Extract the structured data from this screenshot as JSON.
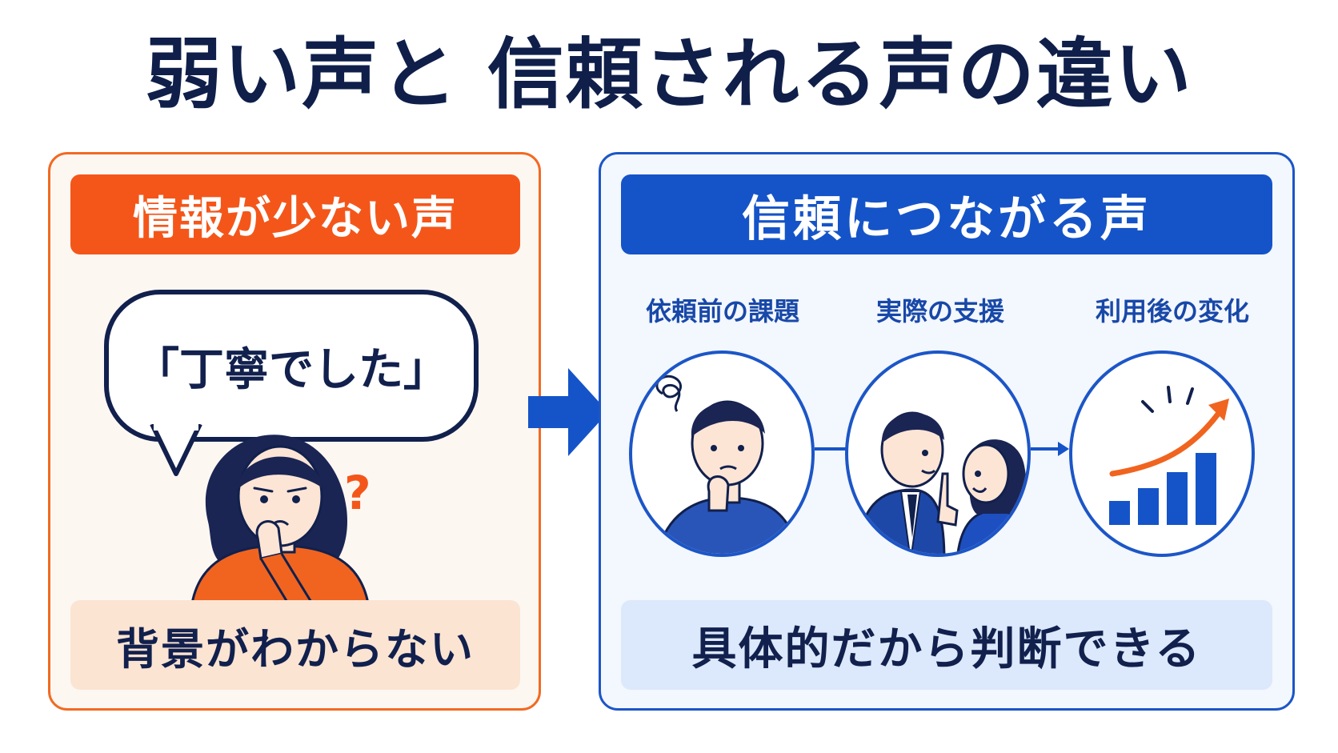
{
  "title": "弱い声と 信頼される声の違い",
  "left_panel": {
    "header": "情報が少ない声",
    "bubble_text": "「丁寧でした」",
    "question_mark": "?",
    "footer": "背景がわからない",
    "accent": "#f4561a"
  },
  "right_panel": {
    "header": "信頼につながる声",
    "steps": [
      {
        "label": "依頼前の課題",
        "icon": "worried-man-icon"
      },
      {
        "label": "実際の支援",
        "icon": "consultation-icon"
      },
      {
        "label": "利用後の変化",
        "icon": "growth-chart-icon"
      }
    ],
    "footer": "具体的だから判断できる",
    "accent": "#1554c8"
  },
  "colors": {
    "title": "#0f1f4a",
    "orange": "#f4561a",
    "blue": "#1554c8",
    "navy": "#11204d"
  }
}
